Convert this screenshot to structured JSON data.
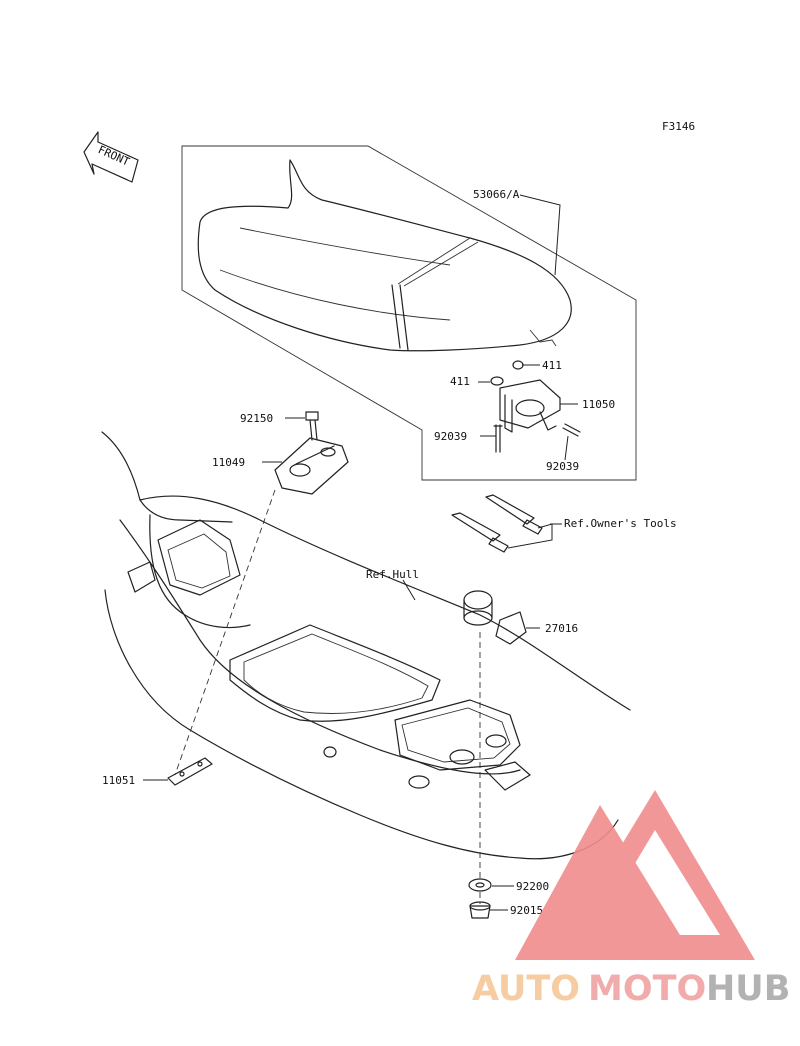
{
  "figure_code": "F3146",
  "front_marker": "FRONT",
  "parts": {
    "seat": "53066/A",
    "washer_a": "411",
    "washer_b": "411",
    "bracket": "11050",
    "pin_left": "92039",
    "pin_right": "92039",
    "bolt": "92150",
    "plate": "11049",
    "owners_tools": "Ref.Owner's Tools",
    "hull": "Ref.Hull",
    "cap": "27016",
    "strap": "11051",
    "grommet": "92200",
    "clip": "92015"
  },
  "watermark": {
    "part1": "AUTO",
    "part2": "MOTO",
    "part3": "HUB",
    "color1": "#f6c89a",
    "color2": "#f0a3a3",
    "color3": "#aaaaaa",
    "logo_color": "#f08c8c"
  }
}
